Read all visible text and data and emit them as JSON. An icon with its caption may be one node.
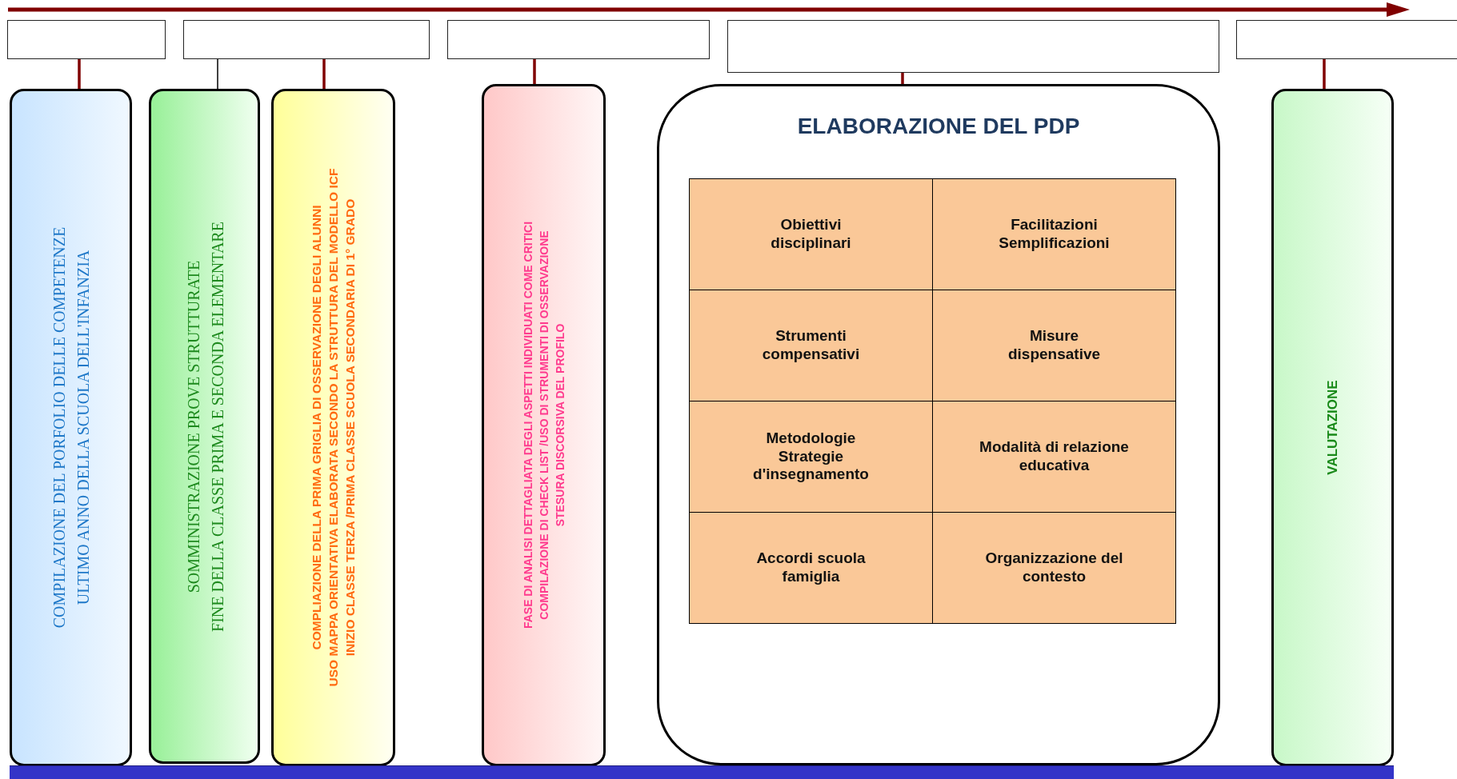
{
  "diagram": {
    "nodes": [
      {
        "text": [],
        "shape": "box"
      },
      {
        "text": [],
        "shape": "box"
      },
      {
        "text": [],
        "shape": "box"
      },
      {
        "text": [],
        "shape": "box"
      },
      {
        "text": [],
        "shape": "box"
      },
      {
        "text": [
          "COMPILAZIONE DEL PORFOLIO DELLE COMPETENZE",
          "ULTIMO ANNO DELLA SCUOLA DELL'INFANZIA"
        ]
      },
      {
        "text": [
          "SOMMINISTRAZIONE PROVE STRUTTURATE",
          "FINE DELLA CLASSE PRIMA E SECONDA ELEMENTARE"
        ]
      },
      {
        "text": [
          "COMPLIAZIONE DELLA PRIMA GRIGLIA DI OSSERVAZIONE DEGLI ALUNNI",
          "USO MAPPA ORIENTATIVA ELABORATA SECONDO LA STRUTTURA DEL MODELLO ICF",
          "INIZIO CLASSE TERZA /PRIMA CLASSE SCUOLA SECONDARIA DI 1° GRADO"
        ]
      },
      {
        "text": [
          "FASE DI ANALISI DETTAGLIATA DEGLI ASPETTI INDIVIDUATI COME CRITICI",
          "COMPILAZIONE DI CHECK LIST /USO DI STRUMENTI DI OSSERVAZIONE",
          "STESURA DISCORSIVA DEL PROFILO"
        ]
      },
      {
        "text": [
          "ELABORAZIONE DEL PDP"
        ]
      },
      {
        "text": [
          "Obiettivi disciplinari"
        ],
        "in": 9
      },
      {
        "text": [
          "Facilitazioni Semplificazioni"
        ],
        "in": 9
      },
      {
        "text": [
          "Strumenti compensativi"
        ],
        "in": 9
      },
      {
        "text": [
          "Misure dispensative"
        ],
        "in": 9
      },
      {
        "text": [
          "Metodologie Strategie d'insegnamento"
        ],
        "in": 9
      },
      {
        "text": [
          "Modalità di relazione educativa"
        ],
        "in": 9
      },
      {
        "text": [
          "Accordi scuola famiglia"
        ],
        "in": 9
      },
      {
        "text": [
          "Organizzazione del contesto"
        ],
        "in": 9
      },
      {
        "text": [
          "VALUTAZIONE"
        ]
      },
      {
        "text": [],
        "shape": "bar"
      }
    ],
    "edges": [
      {
        "from": 0,
        "to": 5,
        "arrow": "none"
      },
      {
        "from": 1,
        "to": 6,
        "arrow": "none",
        "color": "#000000"
      },
      {
        "from": 1,
        "to": 7,
        "arrow": "none"
      },
      {
        "from": 2,
        "to": 8,
        "arrow": "none"
      },
      {
        "from": 3,
        "to": 9,
        "arrow": "none"
      },
      {
        "from": 4,
        "to": 18,
        "arrow": "none"
      }
    ]
  }
}
